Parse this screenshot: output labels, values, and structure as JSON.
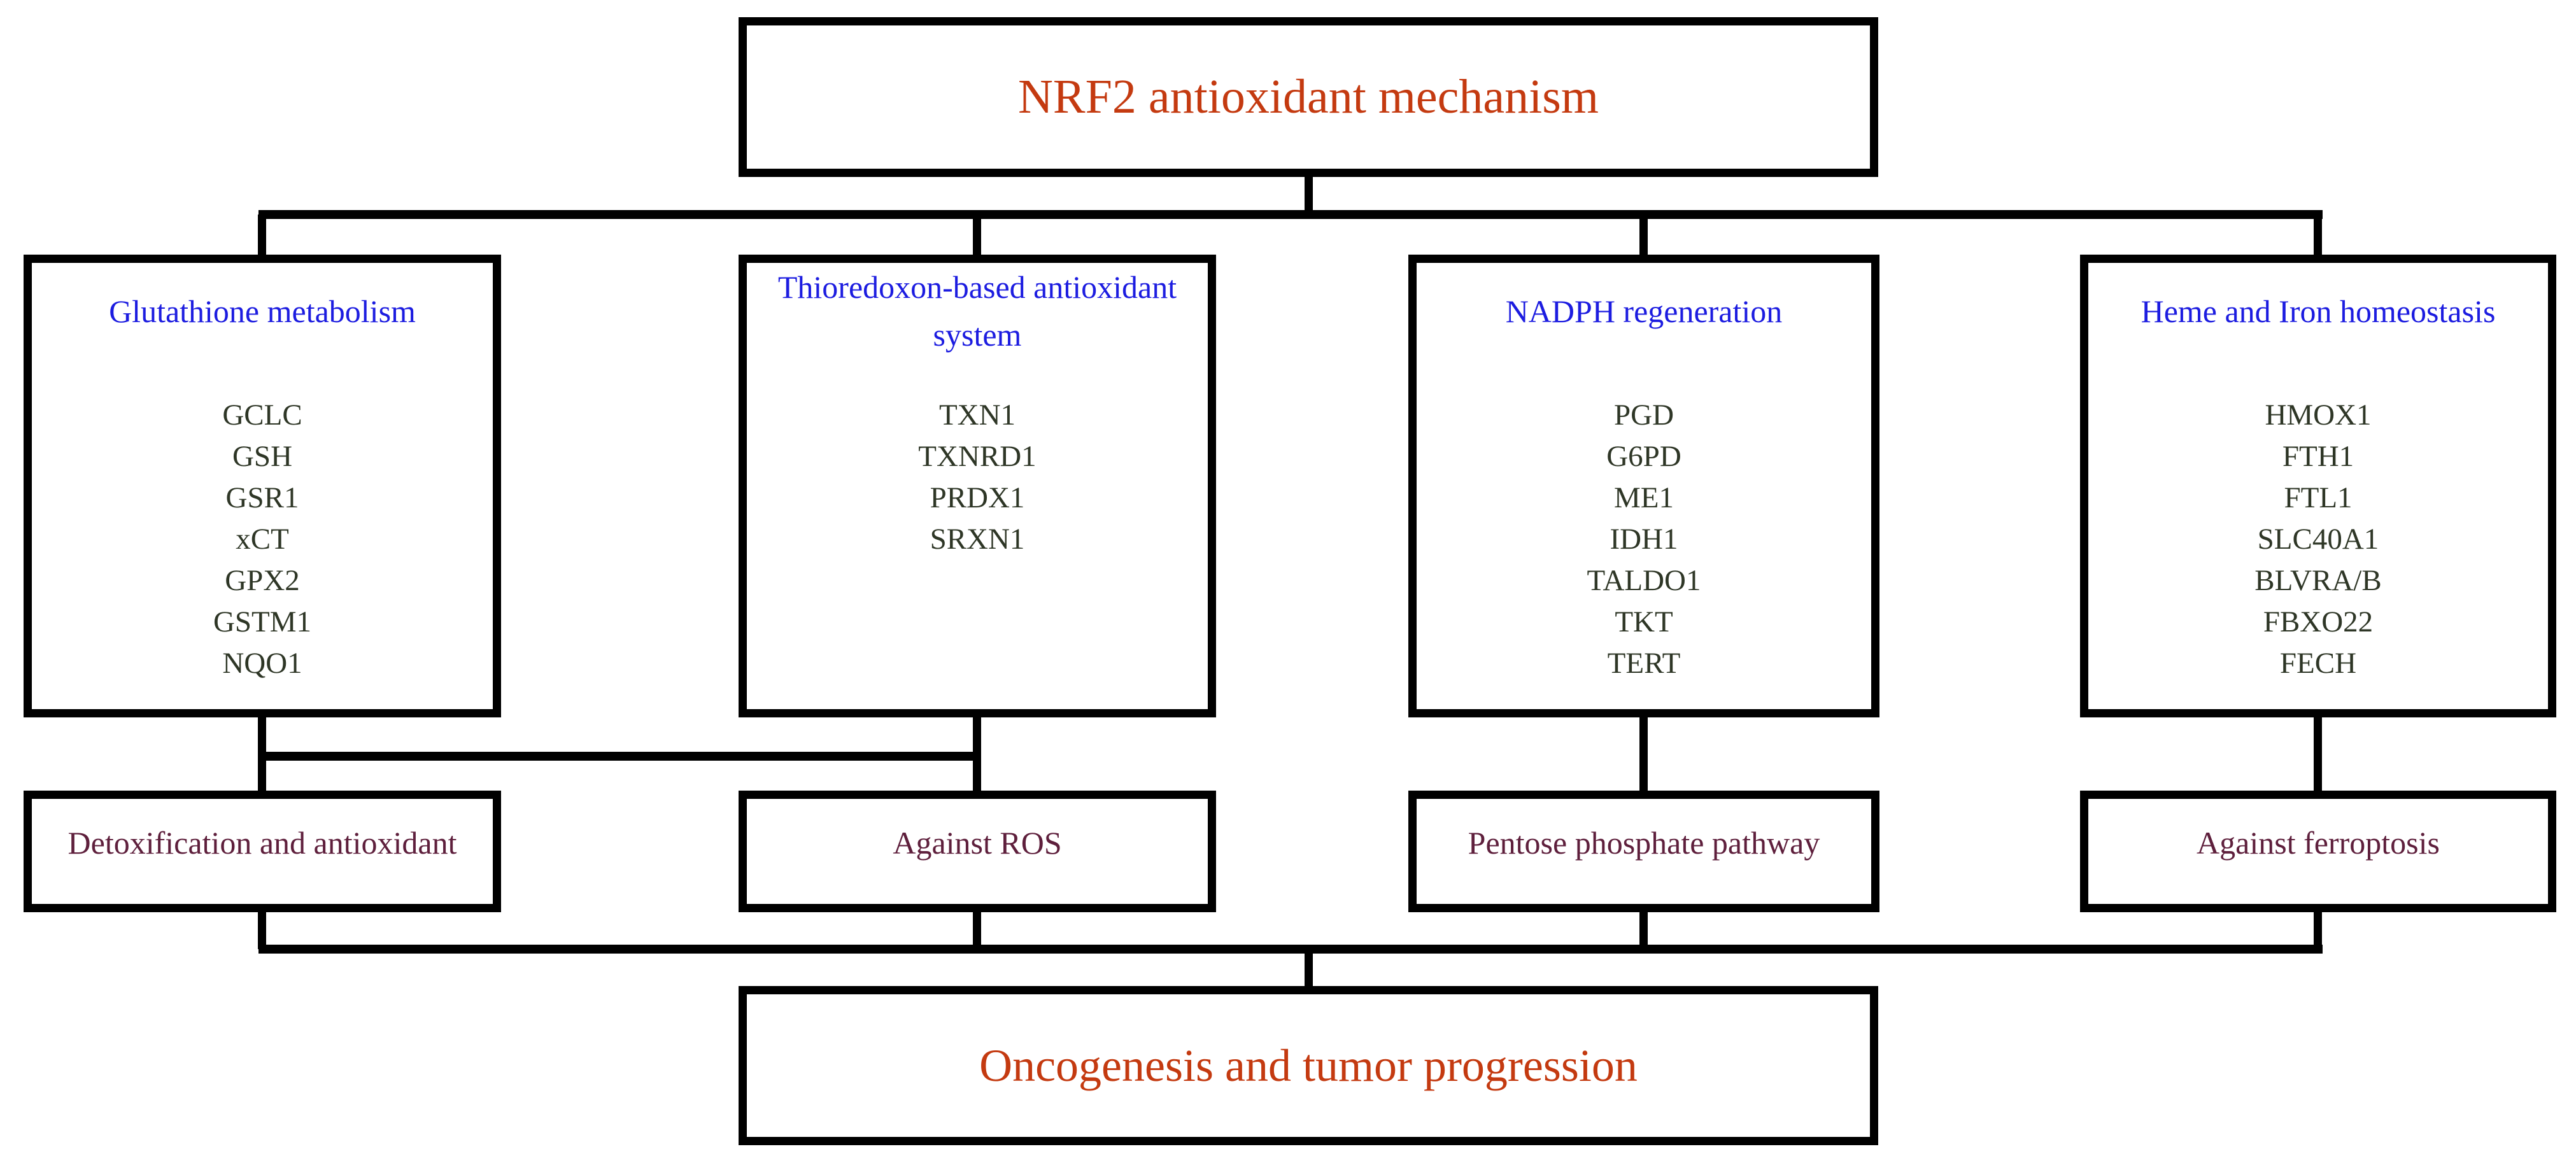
{
  "diagram": {
    "title": "NRF2 antioxidant mechanism",
    "outcome": "Oncogenesis and tumor progression",
    "columns": [
      {
        "heading": "Glutathione metabolism",
        "genes": [
          "GCLC",
          "GSH",
          "GSR1",
          "xCT",
          "GPX2",
          "GSTM1",
          "NQO1"
        ],
        "function": "Detoxification and antioxidant"
      },
      {
        "heading": "Thioredoxon-based antioxidant system",
        "genes": [
          "TXN1",
          "TXNRD1",
          "PRDX1",
          "SRXN1"
        ],
        "function": "Against ROS"
      },
      {
        "heading": "NADPH regeneration",
        "genes": [
          "PGD",
          "G6PD",
          "ME1",
          "IDH1",
          "TALDO1",
          "TKT",
          "TERT"
        ],
        "function": "Pentose phosphate pathway"
      },
      {
        "heading": "Heme and Iron homeostasis",
        "genes": [
          "HMOX1",
          "FTH1",
          "FTL1",
          "SLC40A1",
          "BLVRA/B",
          "FBXO22",
          "FECH"
        ],
        "function": "Against ferroptosis"
      }
    ],
    "colors": {
      "title_text": "#c43a10",
      "heading_text": "#1c1ce0",
      "gene_text": "#2e3626",
      "function_text": "#5e1f3c",
      "line": "#000000"
    }
  }
}
